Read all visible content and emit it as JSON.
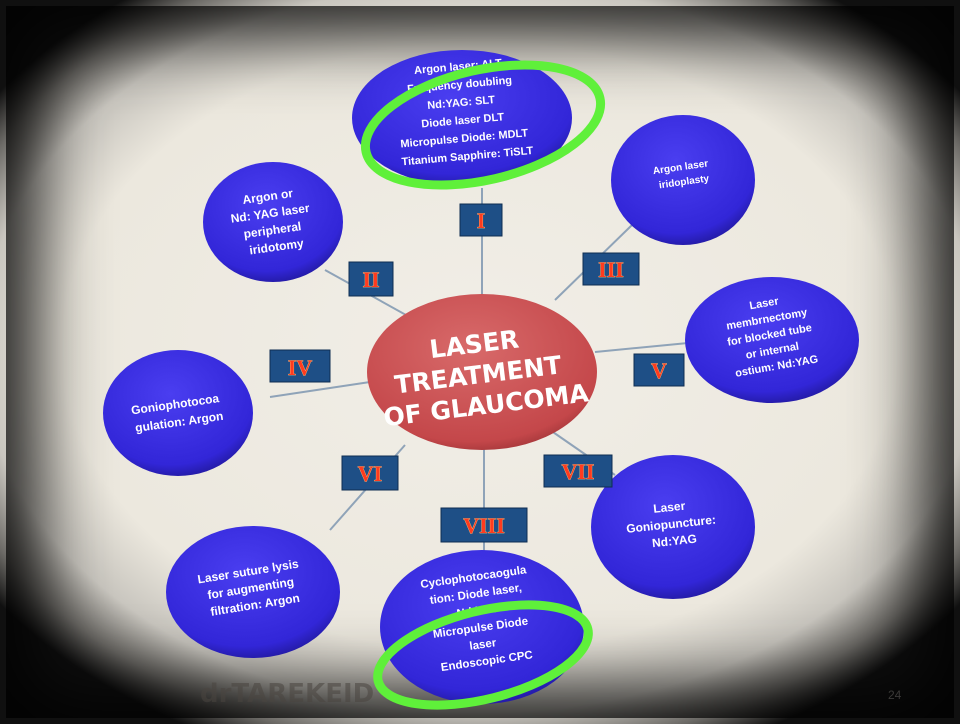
{
  "diagram": {
    "center": {
      "lines": [
        "LASER",
        "TREATMENT",
        "OF GLAUCOMA"
      ]
    },
    "nodes": [
      {
        "id": "I",
        "numeral": "I",
        "lines": [
          "Argon laser: ALT",
          "Frequency doubling",
          "Nd:YAG: SLT",
          "Diode laser DLT",
          "Micropulse Diode: MDLT",
          "Titanium Sapphire: TiSLT"
        ]
      },
      {
        "id": "II",
        "numeral": "II",
        "lines": [
          "Argon or",
          "Nd: YAG laser",
          "peripheral",
          "iridotomy"
        ]
      },
      {
        "id": "III",
        "numeral": "III",
        "lines": [
          "Argon laser",
          "iridoplasty"
        ]
      },
      {
        "id": "IV",
        "numeral": "IV",
        "lines": [
          "Goniophotocoa",
          "gulation: Argon"
        ]
      },
      {
        "id": "V",
        "numeral": "V",
        "lines": [
          "Laser",
          "membrnectomy",
          "for blocked tube",
          "or internal",
          "ostium: Nd:YAG"
        ]
      },
      {
        "id": "VI",
        "numeral": "VI",
        "lines": [
          "Laser suture lysis",
          "for augmenting",
          "filtration: Argon"
        ]
      },
      {
        "id": "VII",
        "numeral": "VII",
        "lines": [
          "Laser",
          "Goniopuncture:",
          "Nd:YAG"
        ]
      },
      {
        "id": "VIII",
        "numeral": "VIII",
        "lines": [
          "Cyclophotocaogula",
          "tion: Diode laser,",
          "Nd:YAG",
          "Micropulse Diode",
          "laser",
          "Endoscopic CPC"
        ]
      }
    ]
  },
  "watermark": "drTAREKEID",
  "page_number": "24",
  "colors": {
    "bubble": "#3226d8",
    "center": "#c4474a",
    "highlight": "#5ff03a",
    "numeral_box": "#1e4f86",
    "numeral_text": "#ff3b1f"
  }
}
